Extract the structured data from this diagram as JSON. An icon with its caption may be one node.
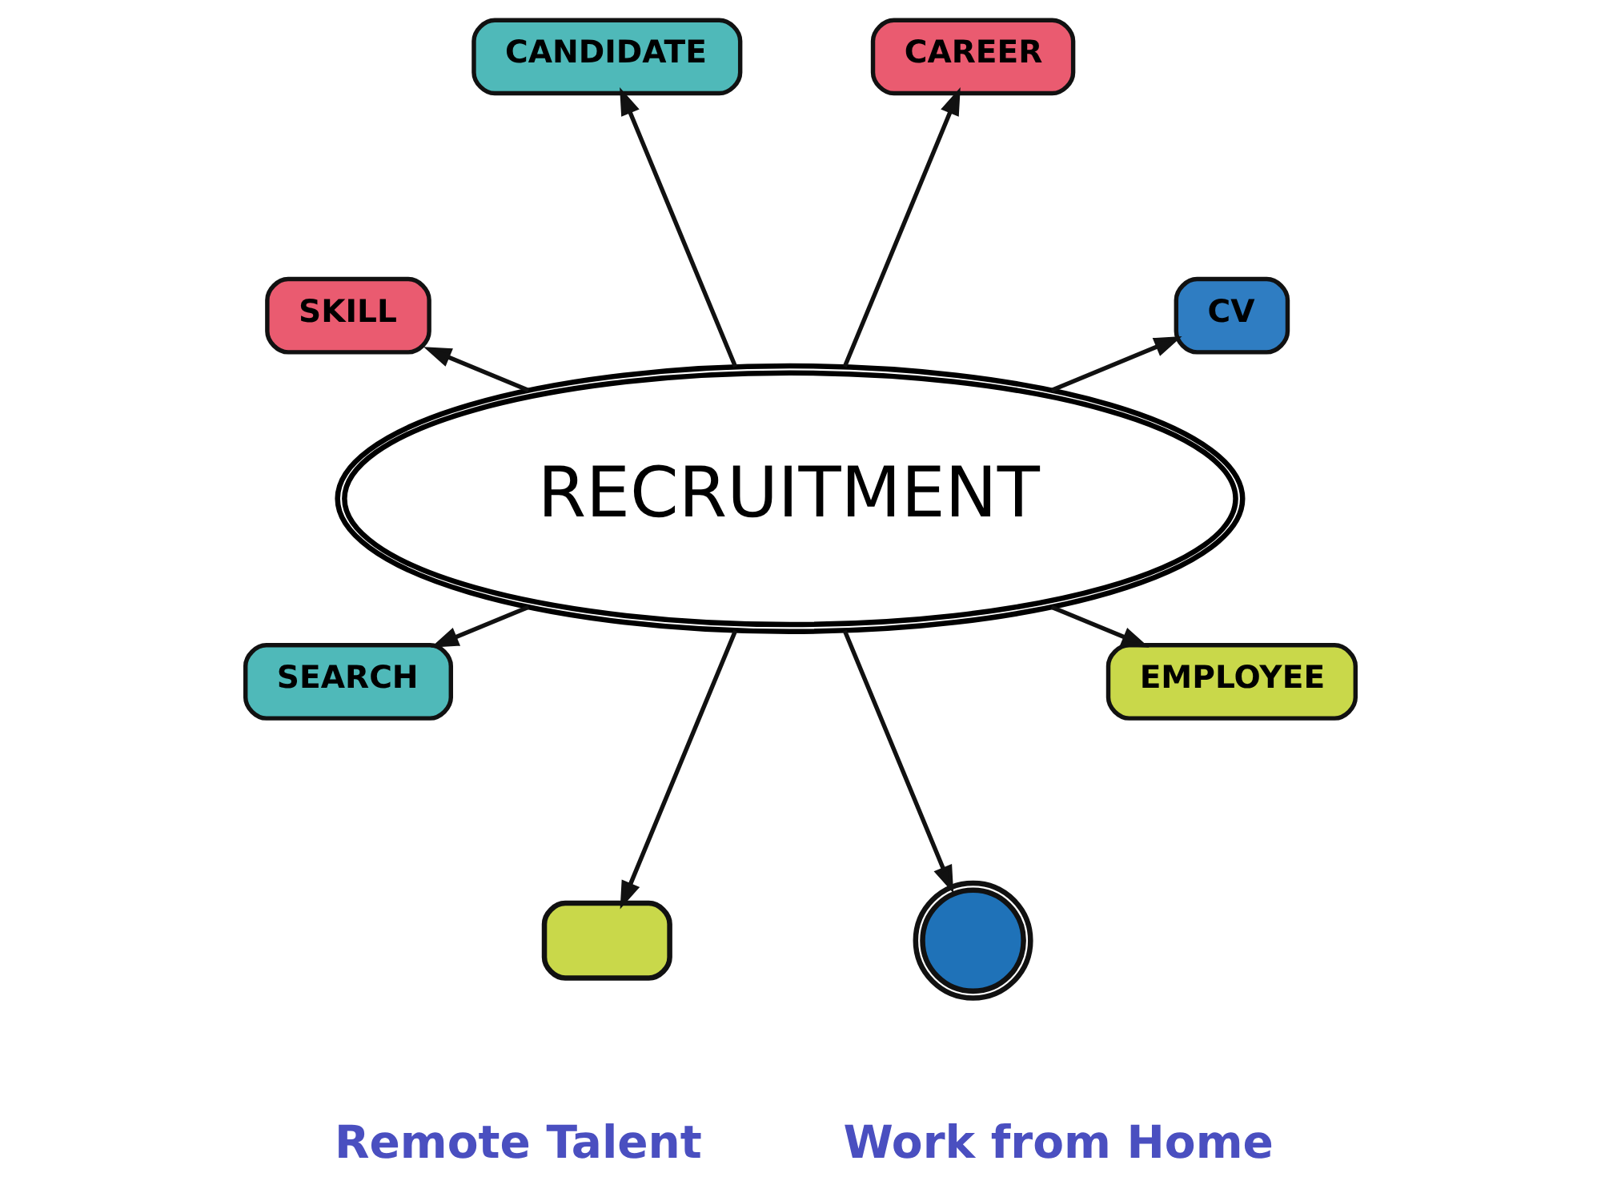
{
  "diagram": {
    "nodes": [
      {
        "text": [
          "CANDIDATE"
        ]
      },
      {
        "text": [
          "CAREER"
        ]
      },
      {
        "text": [
          "SKILL"
        ]
      },
      {
        "text": [
          "CV"
        ]
      },
      {
        "text": [
          "RECRUITMENT"
        ]
      },
      {
        "text": [
          "SEARCH"
        ]
      },
      {
        "text": [
          "EMPLOYEE"
        ]
      },
      {
        "text": [],
        "shape": "box"
      },
      {
        "text": [],
        "shape": "circle"
      }
    ],
    "edges": [
      {
        "from": 4,
        "to": 0,
        "arrow": "to"
      },
      {
        "from": 4,
        "to": 1,
        "arrow": "to"
      },
      {
        "from": 4,
        "to": 3,
        "arrow": "to"
      },
      {
        "from": 4,
        "to": 6,
        "arrow": "to"
      },
      {
        "from": 4,
        "to": 8,
        "arrow": "to"
      },
      {
        "from": 4,
        "to": 7,
        "arrow": "to"
      },
      {
        "from": 4,
        "to": 5,
        "arrow": "to"
      },
      {
        "from": 4,
        "to": 2,
        "arrow": "to"
      }
    ],
    "labels": [
      "Remote Talent",
      "Work from Home"
    ]
  }
}
